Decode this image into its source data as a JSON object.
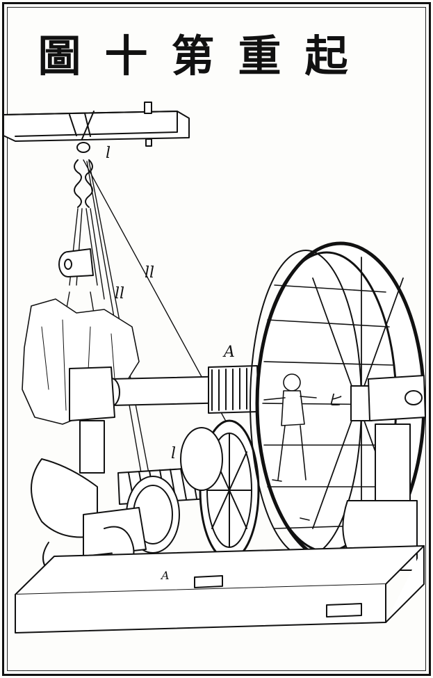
{
  "title": "起重第十圖",
  "labels": {
    "hook": "l",
    "rope_a": "ll",
    "rope_b": "ll",
    "drum": "A",
    "worker": "ヒ",
    "gear": "l",
    "wheel_small": "A"
  },
  "colors": {
    "ink": "#111111",
    "paper": "#fdfdfb"
  }
}
